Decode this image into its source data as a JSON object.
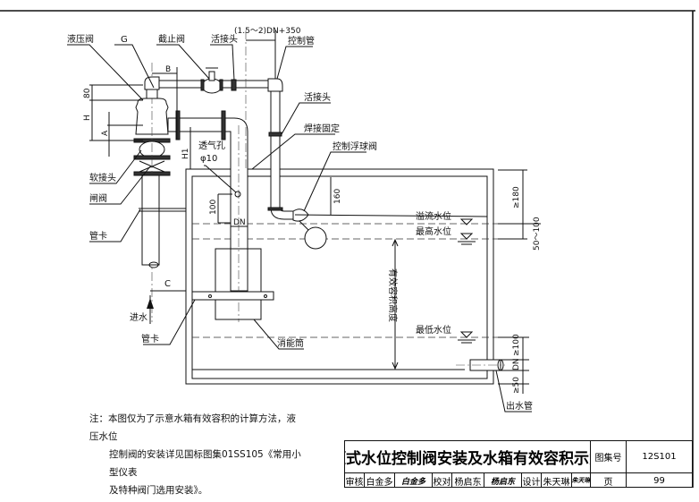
{
  "drawing": {
    "labels": {
      "hydraulic_valve": "液压阀",
      "g": "G",
      "stop_valve": "截止阀",
      "union_1": "活接头",
      "spacing_dim": "(1.5～2)DN+350",
      "control_pipe": "控制管",
      "union_2": "活接头",
      "weld_fixed": "焊接固定",
      "float_valve": "控制浮球阀",
      "vent_hole": "透气孔",
      "vent_dia": "φ10",
      "soft_joint": "软接头",
      "gate_valve": "闸阀",
      "pipe_clamp_1": "管卡",
      "pipe_clamp_2": "管卡",
      "energy_dissipater": "消能筒",
      "water_in": "进水",
      "overflow_level": "溢流水位",
      "max_level": "最高水位",
      "min_level": "最低水位",
      "effective_height": "有效容积高度",
      "outlet_pipe": "出水管"
    },
    "dims": {
      "b": "B",
      "d80": "80",
      "h": "H",
      "a": "A",
      "h1": "H1",
      "d100": "100",
      "dn": "DN",
      "d160": "160",
      "c": "C",
      "ge180": "≥180",
      "d50_100": "50～100",
      "ge100": "≥100",
      "dn_out": "DN",
      "ge50": "≥50"
    }
  },
  "note": {
    "line1": "注：本图仅为了示意水箱有效容积的计算方法，液压水位",
    "line2": "控制阀的安装详见国标图集01SS105《常用小型仪表",
    "line3": "及特种阀门选用安装》。"
  },
  "title_block": {
    "title": "液压式水位控制阀安装及水箱有效容积示意图",
    "atlas_no_label": "图集号",
    "atlas_no": "12S101",
    "review_label": "审核",
    "reviewer": "白金多",
    "reviewer_sig": "白金多",
    "check_label": "校对",
    "checker": "杨启东",
    "checker_sig": "杨启东",
    "design_label": "设计",
    "designer": "朱天琳",
    "designer_sig": "朱天琳",
    "page_label": "页",
    "page": "99"
  }
}
